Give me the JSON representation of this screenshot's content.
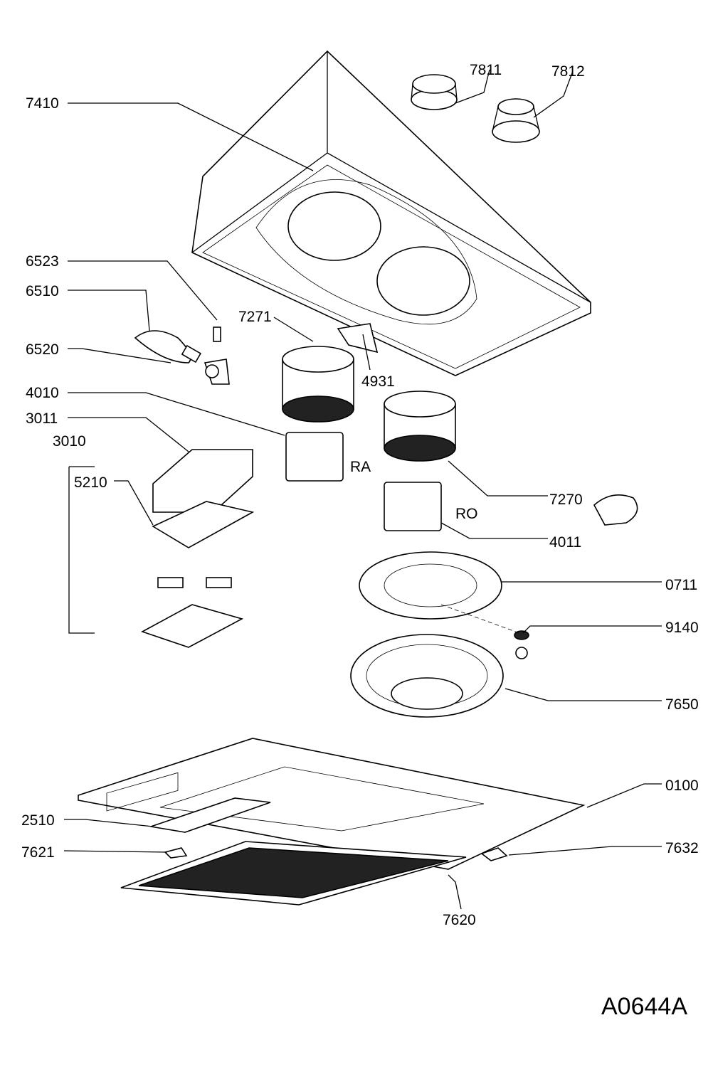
{
  "diagram": {
    "drawing_code": "A0644A",
    "part_labels": {
      "p7811": "7811",
      "p7812": "7812",
      "p7410": "7410",
      "p6523": "6523",
      "p6510": "6510",
      "p7271": "7271",
      "p6520": "6520",
      "p4931": "4931",
      "p4010": "4010",
      "p3011": "3011",
      "p3010": "3010",
      "p5210": "5210",
      "pRA": "RA",
      "p7270": "7270",
      "pRO": "RO",
      "p4011": "4011",
      "p0711": "0711",
      "p9140": "9140",
      "p7650": "7650",
      "p0100": "0100",
      "p2510": "2510",
      "p7621": "7621",
      "p7632": "7632",
      "p7620": "7620"
    }
  }
}
